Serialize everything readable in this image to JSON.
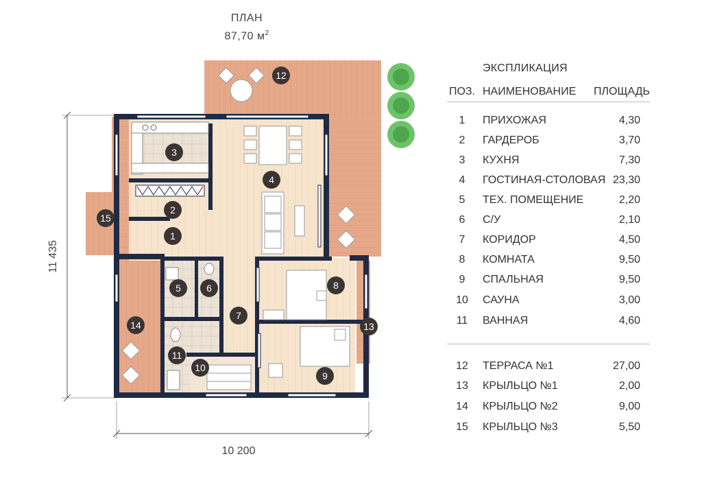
{
  "plan": {
    "title": "ПЛАН",
    "area": "87,70 м",
    "area_sup": "2",
    "dim_height": "11 435",
    "dim_width": "10 200"
  },
  "markers": [
    {
      "no": "1"
    },
    {
      "no": "2"
    },
    {
      "no": "3"
    },
    {
      "no": "4"
    },
    {
      "no": "5"
    },
    {
      "no": "6"
    },
    {
      "no": "7"
    },
    {
      "no": "8"
    },
    {
      "no": "9"
    },
    {
      "no": "10"
    },
    {
      "no": "11"
    },
    {
      "no": "12"
    },
    {
      "no": "13"
    },
    {
      "no": "14"
    },
    {
      "no": "15"
    }
  ],
  "legend": {
    "title": "ЭКСПЛИКАЦИЯ",
    "col_no": "ПОЗ.",
    "col_name": "НАИМЕНОВАНИЕ",
    "col_area": "ПЛОЩАДЬ",
    "rooms": [
      {
        "no": "1",
        "name": "ПРИХОЖАЯ",
        "area": "4,30"
      },
      {
        "no": "2",
        "name": "ГАРДЕРОБ",
        "area": "3,70"
      },
      {
        "no": "3",
        "name": "КУХНЯ",
        "area": "7,30"
      },
      {
        "no": "4",
        "name": "ГОСТИНАЯ-СТОЛОВАЯ",
        "area": "23,30"
      },
      {
        "no": "5",
        "name": "ТЕХ. ПОМЕЩЕНИЕ",
        "area": "2,20"
      },
      {
        "no": "6",
        "name": "С/У",
        "area": "2,10"
      },
      {
        "no": "7",
        "name": "КОРИДОР",
        "area": "4,50"
      },
      {
        "no": "8",
        "name": "КОМНАТА",
        "area": "9,50"
      },
      {
        "no": "9",
        "name": "СПАЛЬНАЯ",
        "area": "9,50"
      },
      {
        "no": "10",
        "name": "САУНА",
        "area": "3,00"
      },
      {
        "no": "11",
        "name": "ВАННАЯ",
        "area": "4,60"
      }
    ],
    "outdoor": [
      {
        "no": "12",
        "name": "ТЕРРАСА №1",
        "area": "27,00"
      },
      {
        "no": "13",
        "name": "КРЫЛЬЦО №1",
        "area": "2,00"
      },
      {
        "no": "14",
        "name": "КРЫЛЬЦО №2",
        "area": "9,00"
      },
      {
        "no": "15",
        "name": "КРЫЛЬЦО №3",
        "area": "5,50"
      }
    ]
  },
  "colors": {
    "wall": "#1f2a44",
    "deck": "#e5a98a",
    "floor": "#f6e4cd",
    "tile": "#e9ddd0",
    "tree": "#5cb85c",
    "marker": "#3a3433"
  }
}
